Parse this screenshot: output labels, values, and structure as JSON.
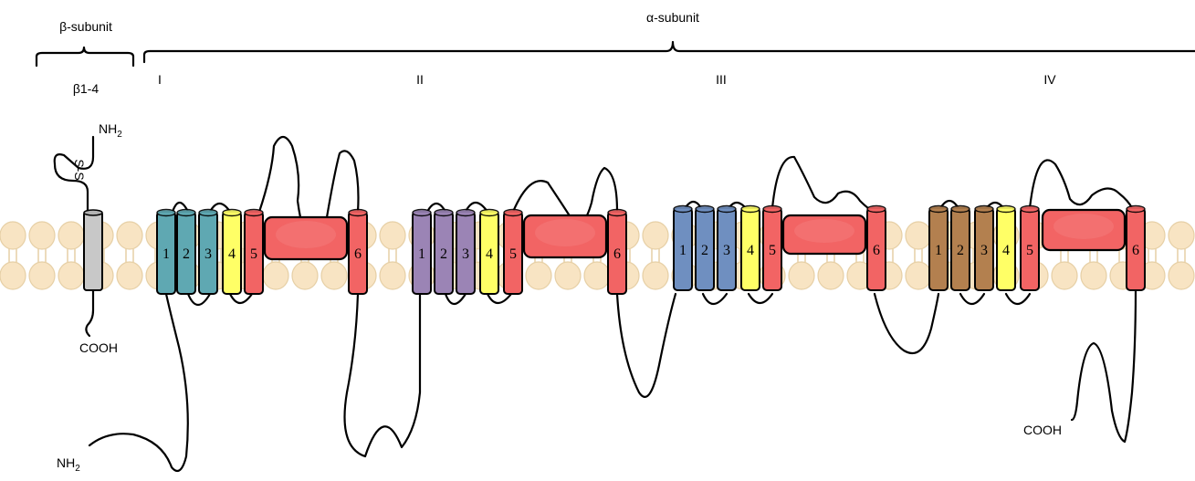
{
  "beta": {
    "header": "β-subunit",
    "type_label": "β1-4",
    "n_terminus": "NH",
    "n_terminus_sub": "2",
    "disulfide": "S-S",
    "c_terminus": "COOH",
    "color": "#c8c8c8"
  },
  "alpha": {
    "header": "α-subunit",
    "n_terminus": "NH",
    "n_terminus_sub": "2",
    "c_terminus": "COOH",
    "domains": [
      {
        "numeral": "I",
        "vsd_color": "#5fa8b2",
        "segments": [
          "1",
          "2",
          "3",
          "4",
          "5",
          "6"
        ]
      },
      {
        "numeral": "II",
        "vsd_color": "#9b84b5",
        "segments": [
          "1",
          "2",
          "3",
          "4",
          "5",
          "6"
        ]
      },
      {
        "numeral": "III",
        "vsd_color": "#6f8fc0",
        "segments": [
          "1",
          "2",
          "3",
          "4",
          "5",
          "6"
        ]
      },
      {
        "numeral": "IV",
        "vsd_color": "#b3804f",
        "segments": [
          "1",
          "2",
          "3",
          "4",
          "5",
          "6"
        ]
      }
    ]
  },
  "colors": {
    "s4": "#ffff66",
    "pore": "#f26464",
    "membrane": "#f8e4c3",
    "membrane_stroke": "#e6cfa5"
  }
}
